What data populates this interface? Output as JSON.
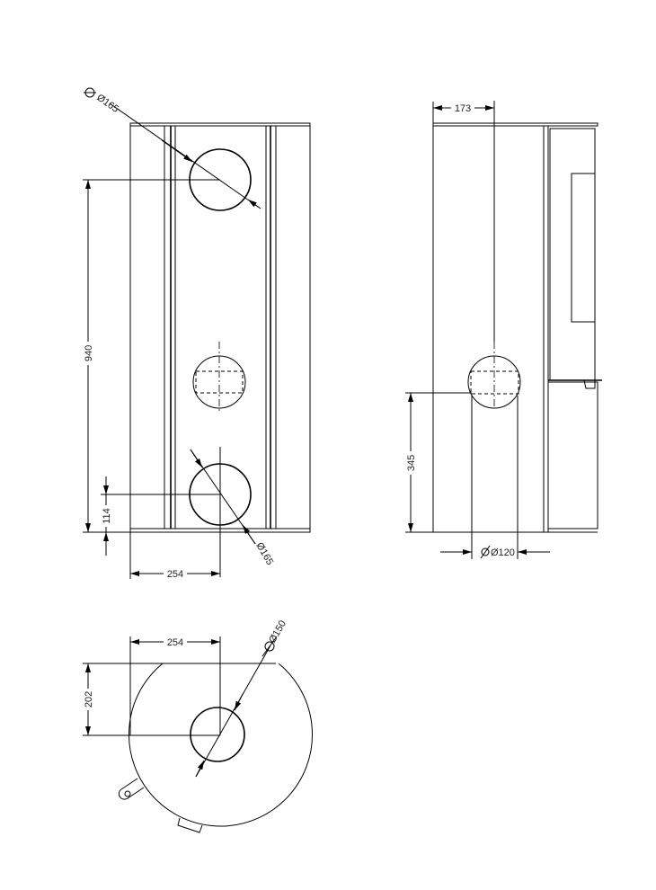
{
  "front_view": {
    "dim_height": "940",
    "dim_bottom_offset": "114",
    "dim_center_offset": "254",
    "dia_top": "Ø165",
    "dia_bottom": "Ø165"
  },
  "side_view": {
    "dim_depth": "173",
    "dim_outlet_height": "345",
    "dia_outlet": "Ø120"
  },
  "top_view": {
    "dim_center_offset": "254",
    "dim_depth": "202",
    "dia_flue": "Ø150"
  }
}
